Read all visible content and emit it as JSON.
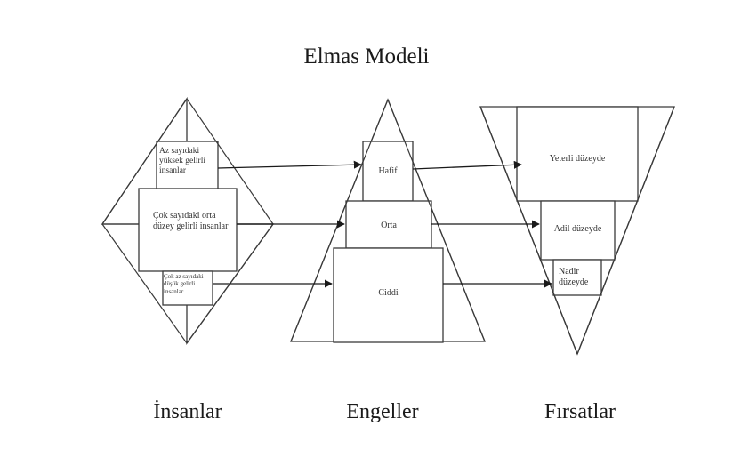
{
  "title": "Elmas Modeli",
  "columns": [
    {
      "id": "insanlar",
      "label": "İnsanlar",
      "shape": "diamond",
      "boxes": [
        {
          "label": "Az sayıdaki yüksek gelirli insanlar"
        },
        {
          "label": "Çok sayıdaki orta düzey gelirli insanlar"
        },
        {
          "label": "Çok az sayıdaki düşük gelirli insanlar"
        }
      ]
    },
    {
      "id": "engeller",
      "label": "Engeller",
      "shape": "triangle-up",
      "boxes": [
        {
          "label": "Hafif"
        },
        {
          "label": "Orta"
        },
        {
          "label": "Ciddi"
        }
      ]
    },
    {
      "id": "firsatlar",
      "label": "Fırsatlar",
      "shape": "triangle-down",
      "boxes": [
        {
          "label": "Yeterli düzeyde"
        },
        {
          "label": "Adil düzeyde"
        },
        {
          "label": "Nadir düzeyde"
        }
      ]
    }
  ],
  "connections": [
    {
      "from": "Az sayıdaki yüksek gelirli insanlar",
      "to": "Hafif"
    },
    {
      "from": "Hafif",
      "to": "Yeterli düzeyde"
    },
    {
      "from": "Çok sayıdaki orta düzey gelirli insanlar",
      "to": "Orta"
    },
    {
      "from": "Orta",
      "to": "Adil düzeyde"
    },
    {
      "from": "Çok az sayıdaki düşük gelirli insanlar",
      "to": "Ciddi"
    },
    {
      "from": "Ciddi",
      "to": "Nadir düzeyde"
    }
  ],
  "colors": {
    "stroke": "#3a3a3a",
    "text": "#1a1a1a",
    "background": "#ffffff"
  }
}
